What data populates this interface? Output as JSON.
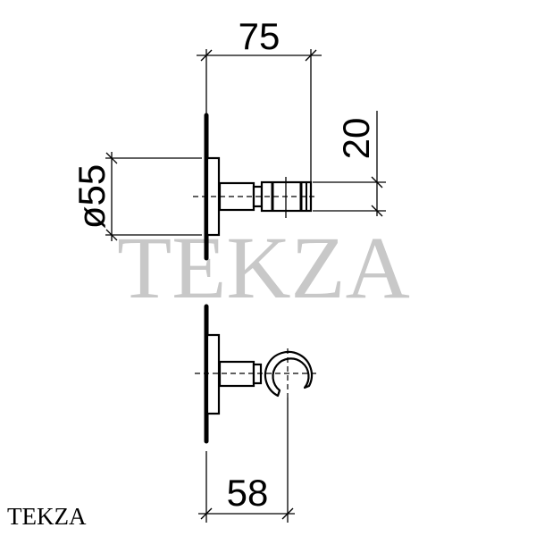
{
  "dimensions": {
    "width_top": "75",
    "height_right": "20",
    "diameter_left": "ø55",
    "width_bottom": "58"
  },
  "watermark": "TEKZA",
  "brand": "TEKZA"
}
